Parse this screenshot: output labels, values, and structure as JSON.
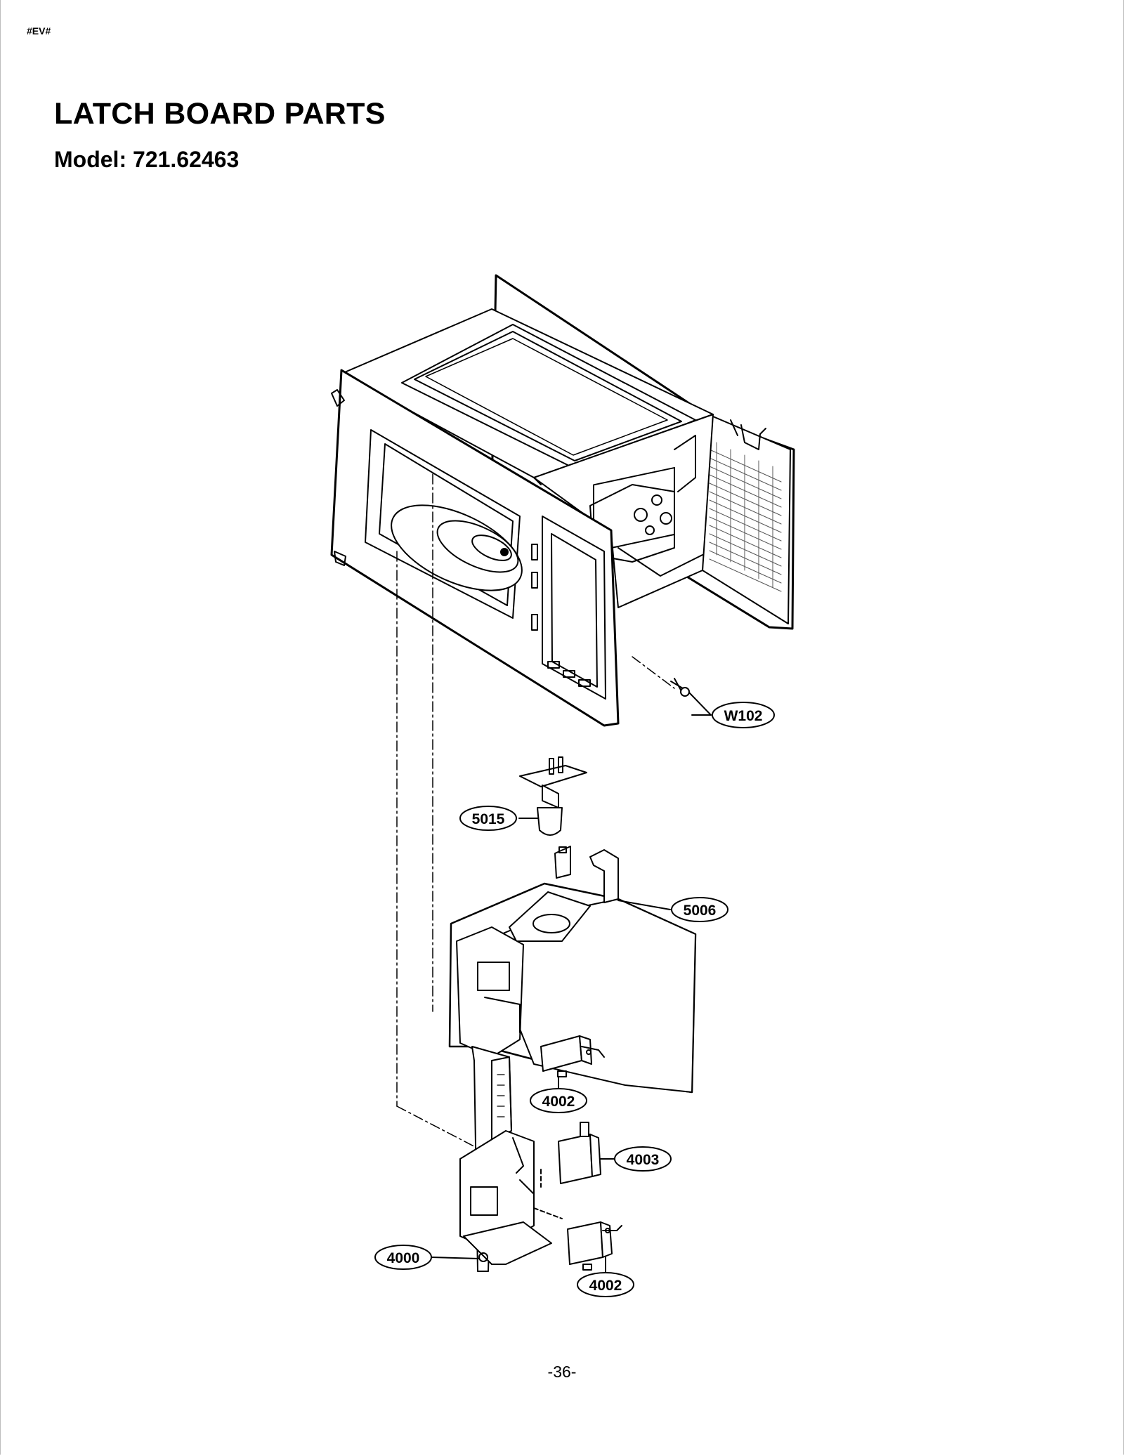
{
  "header": {
    "code": "#EV#"
  },
  "title": "LATCH BOARD PARTS",
  "subtitle": "Model: 721.62463",
  "page_number": "-36-",
  "callouts": {
    "w102": "W102",
    "p5015": "5015",
    "p5006": "5006",
    "p4002a": "4002",
    "p4003": "4003",
    "p4000": "4000",
    "p4002b": "4002"
  }
}
